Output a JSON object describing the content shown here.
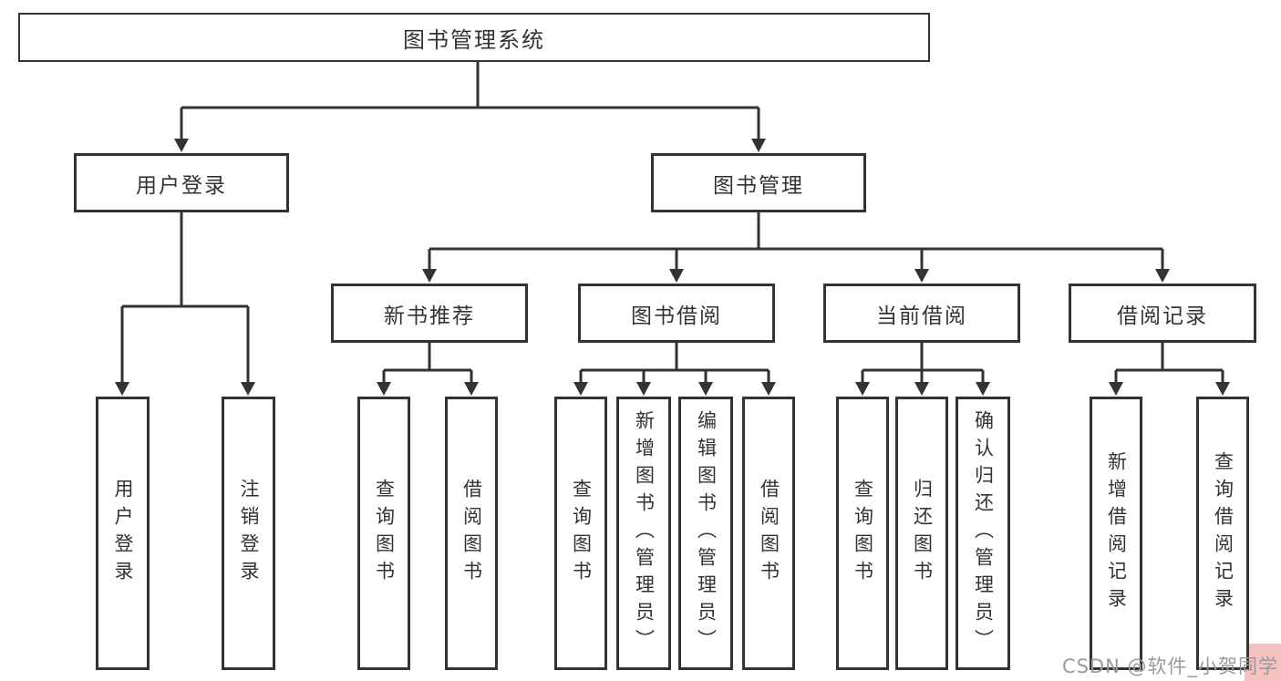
{
  "diagram": {
    "root": {
      "label": "图书管理系统"
    },
    "level2": [
      {
        "label": "用户登录"
      },
      {
        "label": "图书管理"
      }
    ],
    "level3": [
      {
        "label": "新书推荐"
      },
      {
        "label": "图书借阅"
      },
      {
        "label": "当前借阅"
      },
      {
        "label": "借阅记录"
      }
    ],
    "leaves": {
      "user_login": [
        {
          "label": "用户登录"
        },
        {
          "label": "注销登录"
        }
      ],
      "new_books": [
        {
          "label": "查询图书"
        },
        {
          "label": "借阅图书"
        }
      ],
      "book_borrowing": [
        {
          "label": "查询图书"
        },
        {
          "label": "新增图书（管理员）"
        },
        {
          "label": "编辑图书（管理员）"
        },
        {
          "label": "借阅图书"
        }
      ],
      "current_borrowing": [
        {
          "label": "查询图书"
        },
        {
          "label": "归还图书"
        },
        {
          "label": "确认归还（管理员）"
        }
      ],
      "borrow_records": [
        {
          "label": "新增借阅记录"
        },
        {
          "label": "查询借阅记录"
        }
      ]
    }
  },
  "watermark": {
    "text": "CSDN @软件_小贺同学"
  },
  "colors": {
    "line": "#333333",
    "text": "#333333",
    "box_background": "#ffffff",
    "watermark_text": "#9a9a9a",
    "watermark_highlight": "#f5c3bf",
    "background": "#ffffff"
  }
}
